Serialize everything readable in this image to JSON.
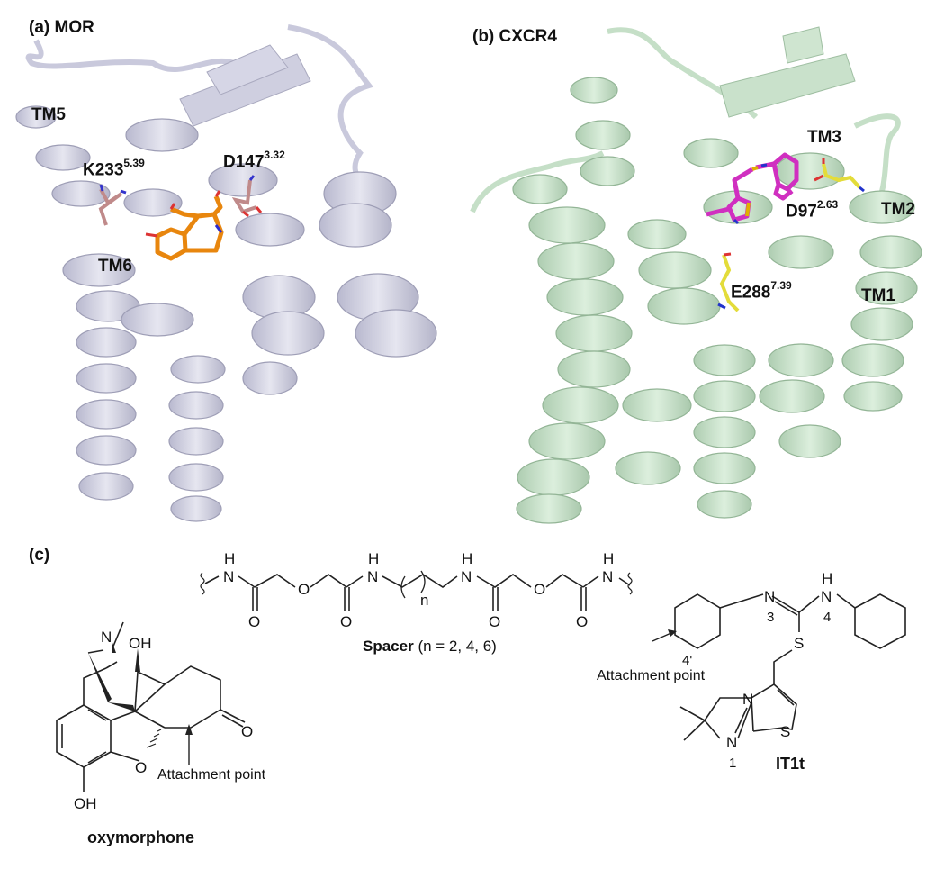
{
  "figure": {
    "panel_a": {
      "label": "(a) MOR",
      "protein_color": "#c9c9dc",
      "ligand_color": "#e8860e",
      "residue_color": "#c08a8a",
      "annotations": {
        "tm5": "TM5",
        "tm6": "TM6",
        "k233_name": "K233",
        "k233_sup": "5.39",
        "d147_name": "D147",
        "d147_sup": "3.32"
      }
    },
    "panel_b": {
      "label": "(b) CXCR4",
      "protein_color": "#c5dfc7",
      "ligand_color": "#d02fc0",
      "residue_color": "#e3dc3a",
      "annotations": {
        "tm3": "TM3",
        "tm2": "TM2",
        "tm1": "TM1",
        "d97_name": "D97",
        "d97_sup": "2.63",
        "e288_name": "E288",
        "e288_sup": "7.39"
      }
    },
    "panel_c": {
      "label": "(c)",
      "oxymorphone": {
        "name": "oxymorphone",
        "attachment": "Attachment point",
        "atoms": {
          "n": "N",
          "oh_top": "OH",
          "oh_bottom": "OH",
          "o_ring": "O",
          "o_ketone": "O"
        }
      },
      "spacer": {
        "name": "Spacer",
        "condition": "(n = 2, 4, 6)",
        "repeat_index": "n",
        "atoms": {
          "h": "H",
          "n": "N",
          "o": "O"
        }
      },
      "it1t": {
        "name": "IT1t",
        "attachment": "Attachment point",
        "numbers": {
          "n3": "3",
          "n4": "4",
          "n4prime": "4'",
          "n1": "1"
        },
        "atoms": {
          "n": "N",
          "h": "H",
          "s": "S"
        }
      }
    }
  }
}
